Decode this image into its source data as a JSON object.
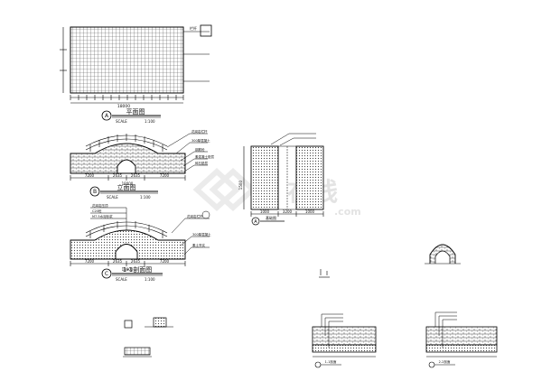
{
  "watermark": {
    "text": "在线",
    "url": ".com"
  },
  "plan": {
    "title": "平面图",
    "marker": "A",
    "scale_label": "SCALE",
    "scale_value": "1:100",
    "note_top": "栏杆",
    "total_dim": "18000",
    "dims": [
      "200",
      "200",
      "200",
      "200",
      "200",
      "200",
      "200",
      "200",
      "200",
      "200",
      "200",
      "200",
      "200",
      "200"
    ]
  },
  "elevation": {
    "title": "立面图",
    "marker": "B",
    "scale_label": "SCALE",
    "scale_value": "1:100",
    "dims": [
      "7200",
      "2635",
      "2635",
      "7200"
    ],
    "total_dim": "18000",
    "notes": [
      "花岗岩栏杆",
      "300厚混凝土",
      "钢筋砼",
      "素混凝土垫层",
      "碎石垫层"
    ]
  },
  "section": {
    "title": "1-1剖面图",
    "marker": "C",
    "scale_label": "SCALE",
    "scale_value": "1:100",
    "dims": [
      "7200",
      "2635",
      "2635",
      "7200"
    ],
    "total_dim": "18000",
    "notes_left": [
      "花岗岩压顶",
      "C20砼",
      "M7.5水泥砂浆"
    ],
    "notes_right": [
      "花岗岩栏杆",
      "300厚混凝土",
      "素土夯实"
    ]
  },
  "detail_a": {
    "title": "基础图",
    "marker": "A",
    "dims": [
      "1000",
      "3200",
      "1000"
    ],
    "height_dim": "1500"
  },
  "detail_b": {
    "title": "拱券大样"
  },
  "detail_c": {
    "title": "1-1剖面"
  },
  "detail_d": {
    "title": "2-2剖面"
  }
}
